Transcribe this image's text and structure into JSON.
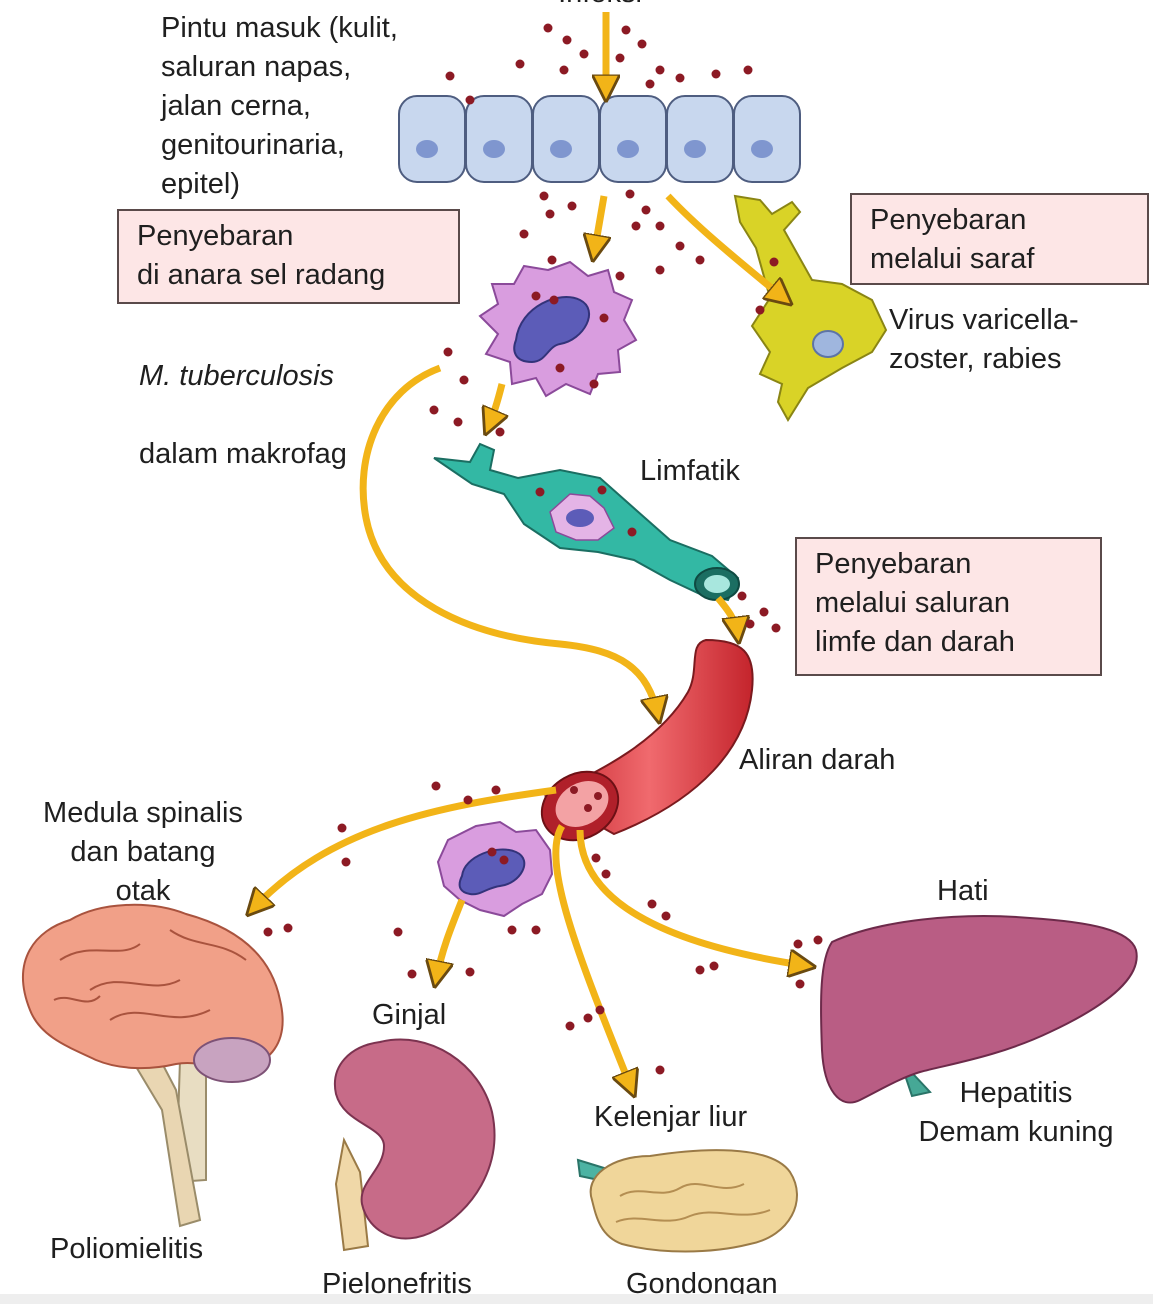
{
  "labels": {
    "top_cut": "Infeksi",
    "entry": "Pintu masuk (kulit,\nsaluran napas,\njalan cerna,\ngenitourinaria,\nepitel)",
    "box_inflam": "Penyebaran\ndi anara sel radang",
    "mtb_italic": "M. tuberculosis",
    "mtb_rest": "dalam makrofag",
    "box_nerve": "Penyebaran\nmelalui saraf",
    "virus": "Virus varicella-\nzoster, rabies",
    "lymph": "Limfatik",
    "box_blood": "Penyebaran\nmelalui saluran\nlimfe dan darah",
    "blood": "Aliran darah",
    "spinal": "Medula spinalis\ndan batang\notak",
    "liver": "Hati",
    "kidney": "Ginjal",
    "salivary": "Kelenjar liur",
    "hepatitis": "Hepatitis\nDemam kuning",
    "polio": "Poliomielitis",
    "pyelo": "Pielonefritis",
    "mumps": "Gondongan"
  },
  "colors": {
    "arrow": "#f2b418",
    "arrow_outline": "#6a4a10",
    "microbe": "#8c1a24",
    "box_fill": "#fde6e6",
    "cell_fill": "#c8d7ee",
    "nerve": "#d9d327",
    "lymph": "#33b8a4",
    "vessel": "#e2474d",
    "macrophage": "#d99ddf",
    "brain": "#f1a088",
    "kidney": "#c76b88",
    "liver": "#b95d84",
    "gland": "#f0d69a"
  }
}
